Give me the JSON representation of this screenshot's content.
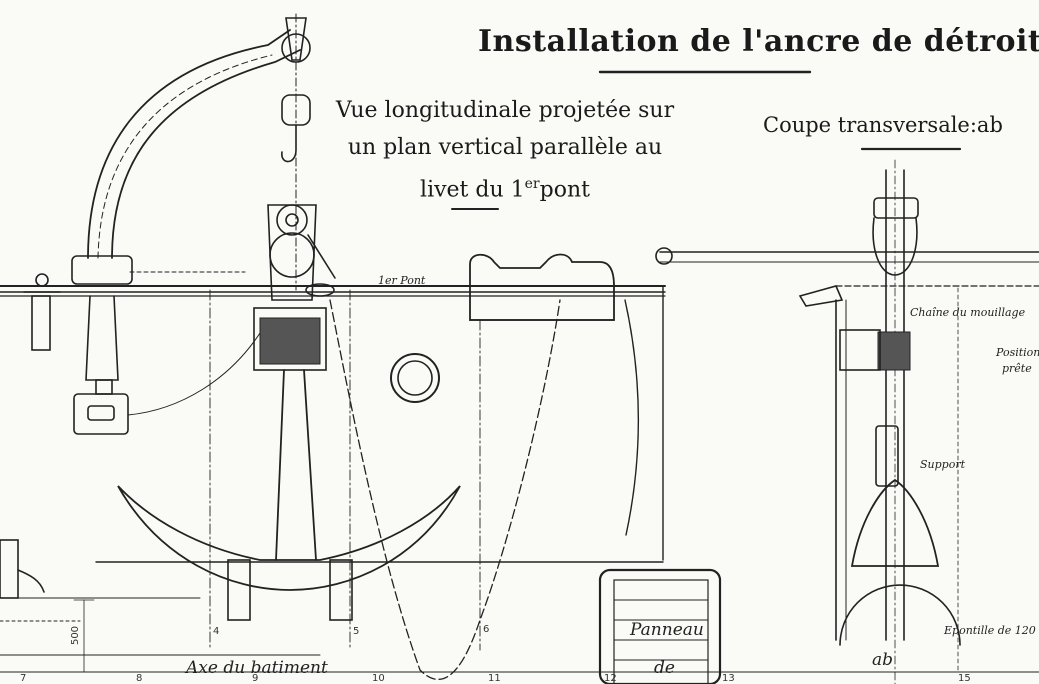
{
  "title": "Installation de l'ancre de détroit",
  "left_view": {
    "line1": "Vue longitudinale projetée sur",
    "line2": "un plan vertical parallèle au",
    "line3_prefix": "livet du 1",
    "line3_sup": "er",
    "line3_suffix": "pont"
  },
  "right_view_title": "Coupe transversale:ab",
  "annotations": {
    "deck": "1er Pont",
    "chain": "Chaîne du mouillage",
    "position": "Position",
    "ready": "prête",
    "support": "Support",
    "axis": "Axe du batiment",
    "hatch": "Panneau",
    "hatch_de": "de",
    "stanchion": "Epontille de 120 %",
    "section_ab": "ab"
  },
  "frame_numbers": [
    "4",
    "5",
    "6",
    "7",
    "8",
    "9",
    "10",
    "11",
    "12",
    "13",
    "15"
  ],
  "dimension": "500"
}
